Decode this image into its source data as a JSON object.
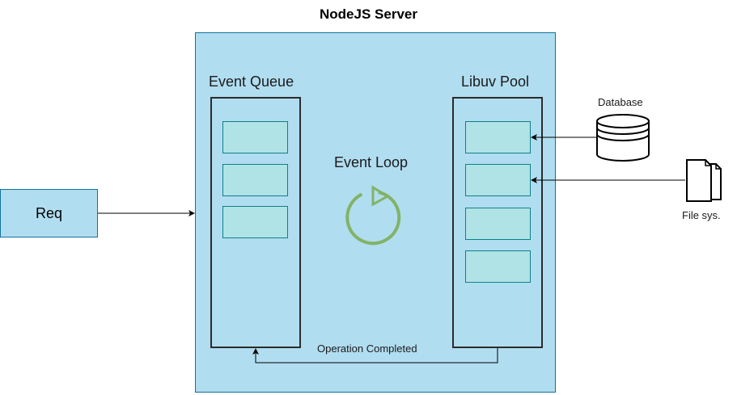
{
  "title": "NodeJS Server",
  "request": {
    "label": "Req"
  },
  "event_queue": {
    "label": "Event Queue"
  },
  "libuv_pool": {
    "label": "Libuv Pool"
  },
  "event_loop": {
    "label": "Event Loop"
  },
  "database": {
    "label": "Database"
  },
  "file_system": {
    "label": "File sys."
  },
  "callback": {
    "label": "Operation Completed"
  },
  "colors": {
    "server_fill": "#b1ddf0",
    "server_border": "#10739e",
    "slot_fill": "#b0e3e6",
    "slot_border": "#0e8088",
    "loop_icon": "#82b366"
  }
}
